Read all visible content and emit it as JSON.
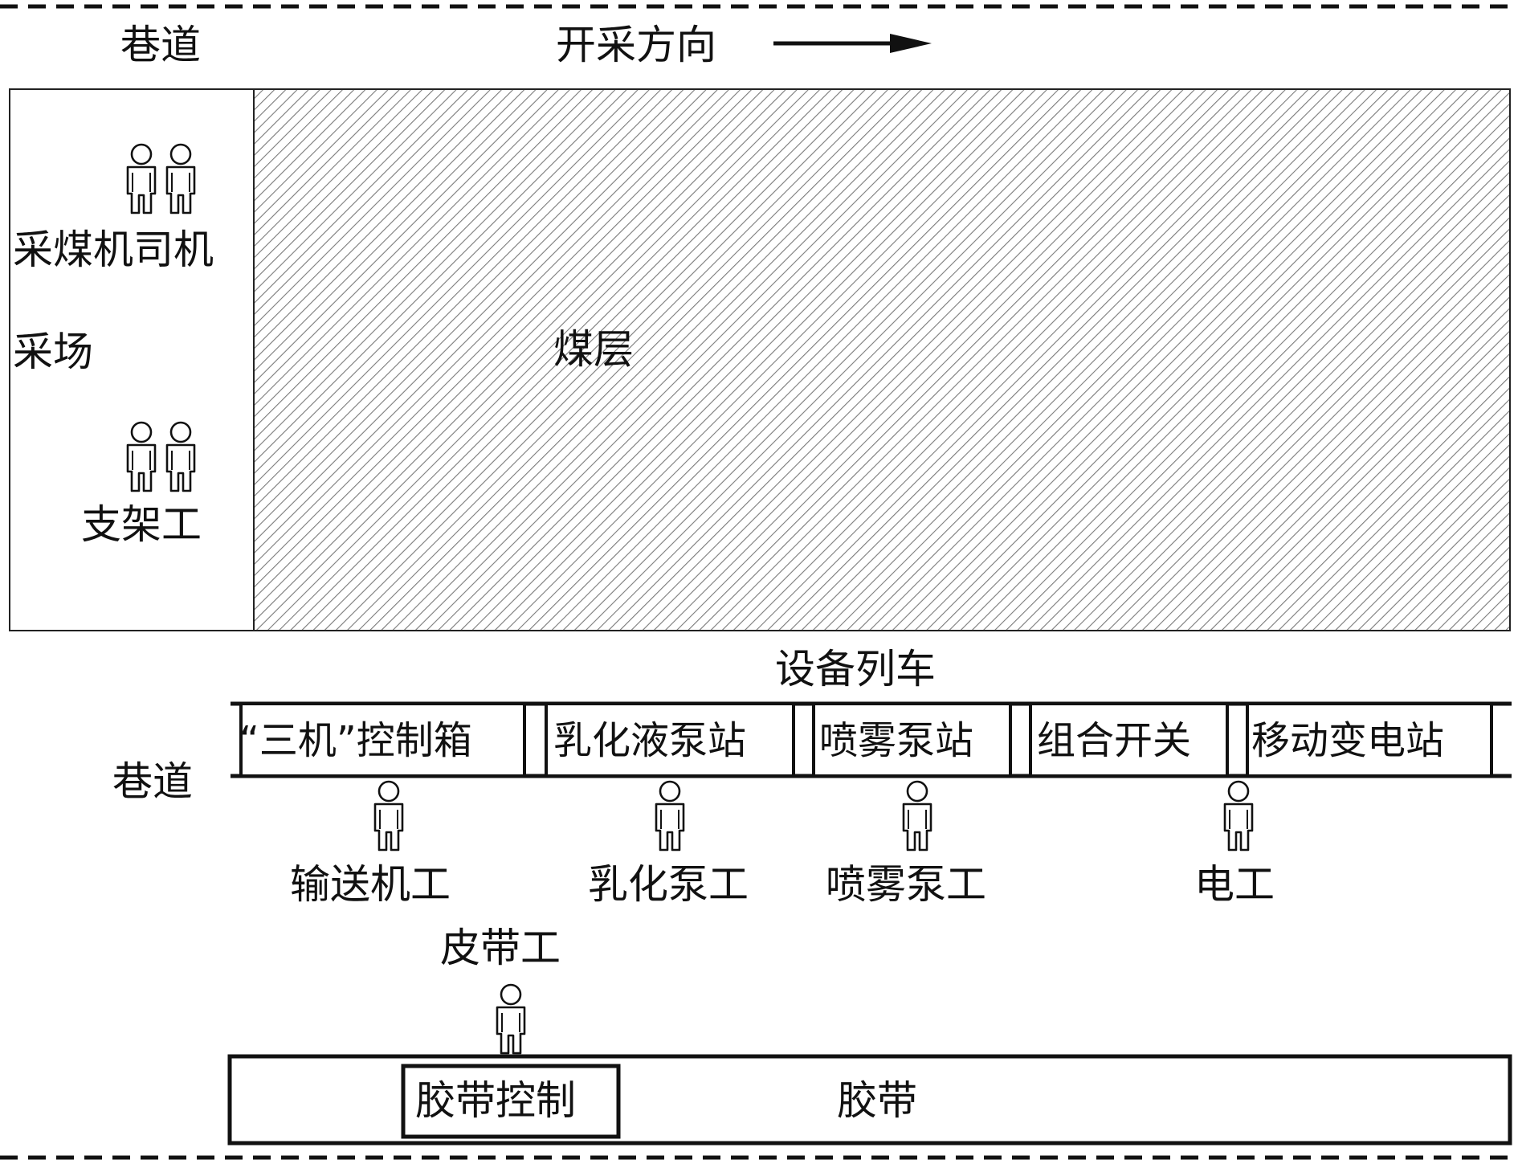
{
  "top_labels": {
    "roadway": "巷道",
    "mining_direction": "开采方向"
  },
  "mining_area": {
    "label": "采场",
    "coal_seam_label": "煤层",
    "shearer_driver_label": "采煤机司机",
    "support_worker_label": "支架工"
  },
  "equipment_train": {
    "title": "设备列车",
    "roadway_label": "巷道",
    "units": [
      "“三机”控制箱",
      "乳化液泵站",
      "喷雾泵站",
      "组合开关",
      "移动变电站"
    ]
  },
  "workers": {
    "conveyor": "输送机工",
    "emulsion_pump": "乳化泵工",
    "spray_pump": "喷雾泵工",
    "electrician": "电工",
    "belt": "皮带工"
  },
  "belt_conveyor": {
    "label": "胶带",
    "control_label": "胶带控制"
  },
  "colors": {
    "line": "#111111",
    "hatch": "#7a7a7a",
    "background": "#ffffff"
  }
}
